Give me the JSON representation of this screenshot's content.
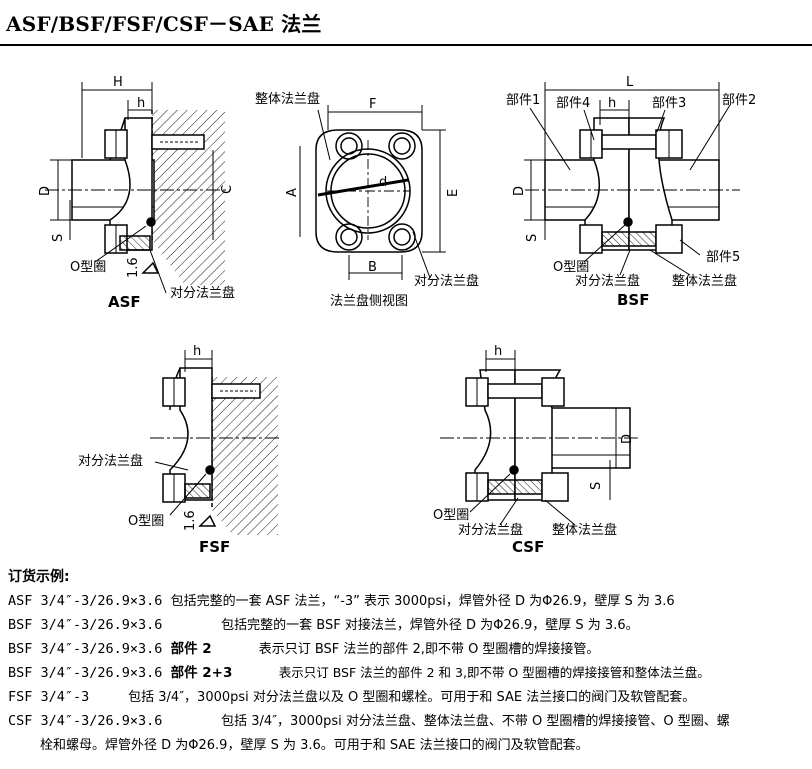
{
  "title": "ASF/BSF/FSF/CSF－SAE 法兰",
  "figures": {
    "asf": {
      "caption": "ASF",
      "dims": {
        "H": "H",
        "h": "h",
        "D": "D",
        "C": "C",
        "S": "S",
        "rough": "1.6"
      },
      "labels": {
        "oring": "O型圈",
        "split": "对分法兰盘"
      }
    },
    "side": {
      "caption": "法兰盘侧视图",
      "dims": {
        "F": "F",
        "A": "A",
        "E": "E",
        "B": "B",
        "d": "d"
      },
      "labels": {
        "whole": "整体法兰盘",
        "split": "对分法兰盘"
      }
    },
    "bsf": {
      "caption": "BSF",
      "dims": {
        "L": "L",
        "h": "h",
        "D": "D",
        "S": "S"
      },
      "labels": {
        "part1": "部件1",
        "part4": "部件4",
        "part3": "部件3",
        "part2": "部件2",
        "part5": "部件5",
        "oring": "O型圈",
        "split": "对分法兰盘",
        "whole": "整体法兰盘"
      }
    },
    "fsf": {
      "caption": "FSF",
      "dims": {
        "h": "h",
        "rough": "1.6"
      },
      "labels": {
        "split": "对分法兰盘",
        "oring": "O型圈"
      }
    },
    "csf": {
      "caption": "CSF",
      "dims": {
        "h": "h",
        "D": "D",
        "S": "S"
      },
      "labels": {
        "oring": "O型圈",
        "split": "对分法兰盘",
        "whole": "整体法兰盘"
      }
    }
  },
  "orders": {
    "heading": "订货示例:",
    "rows": [
      {
        "code": "ASF 3/4″-3/26.9×3.6",
        "part": "",
        "desc": "包括完整的一套 ASF 法兰，“-3” 表示 3000psi，焊管外径 D 为Φ26.9，壁厚 S 为 3.6"
      },
      {
        "code": "BSF 3/4″-3/26.9×3.6",
        "part": "",
        "desc": "包括完整的一套 BSF 对接法兰，焊管外径 D 为Φ26.9，壁厚 S 为 3.6。"
      },
      {
        "code": "BSF 3/4″-3/26.9×3.6",
        "part": "部件 2",
        "desc": "表示只订 BSF 法兰的部件 2,即不带 O 型圈槽的焊接接管。"
      },
      {
        "code": "BSF 3/4″-3/26.9×3.6",
        "part": "部件 2+3",
        "desc": "表示只订 BSF 法兰的部件 2 和 3,即不带 O 型圈槽的焊接接管和整体法兰盘。"
      },
      {
        "code": "FSF 3/4″-3",
        "part": "",
        "desc": "包括 3/4″，3000psi 对分法兰盘以及 O 型圈和螺栓。可用于和 SAE 法兰接口的阀门及软管配套。"
      },
      {
        "code": "CSF 3/4″-3/26.9×3.6",
        "part": "",
        "desc": "包括 3/4″，3000psi 对分法兰盘、整体法兰盘、不带 O 型圈槽的焊接接管、O 型圈、螺",
        "desc2": "栓和螺母。焊管外径 D 为Φ26.9，壁厚 S 为 3.6。可用于和 SAE 法兰接口的阀门及软管配套。"
      }
    ]
  }
}
